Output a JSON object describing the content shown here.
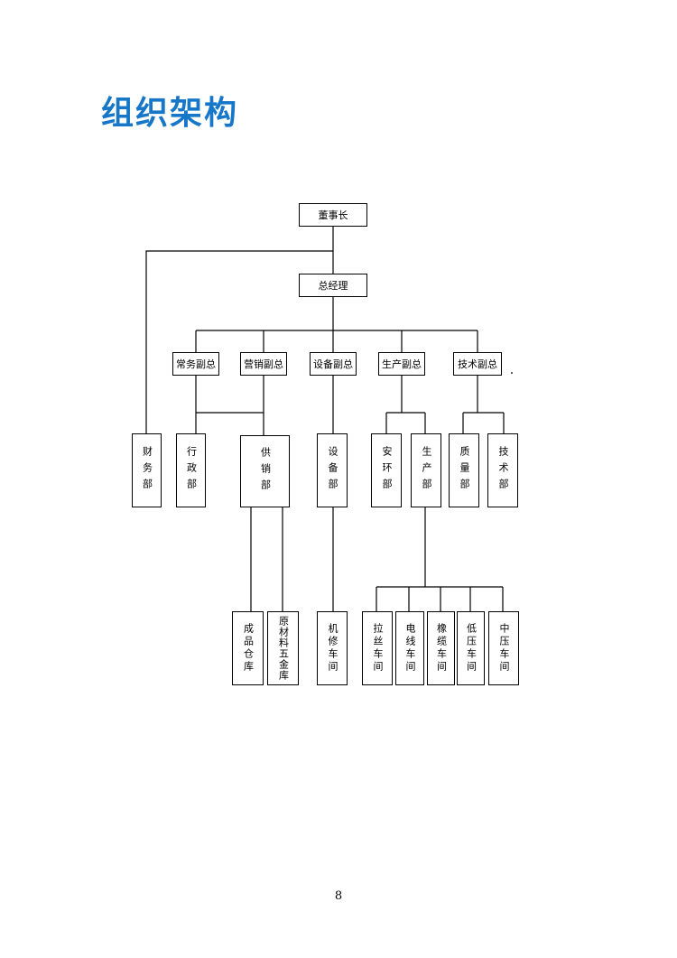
{
  "title": "组织架构",
  "org": {
    "chairman": "董事长",
    "general_manager": "总经理",
    "vp_general": "常务副总",
    "vp_sales": "营销副总",
    "vp_equipment": "设备副总",
    "vp_production": "生产副总",
    "vp_technology": "技术副总",
    "finance": "财务部",
    "admin": "行政部",
    "sales": "供销部",
    "equipment": "设备部",
    "safety": "安环部",
    "production": "生产部",
    "quality": "质量部",
    "technology": "技术部",
    "finished_goods": "成品仓库",
    "raw_materials": "原材料五金库",
    "repair": "机修车间",
    "drawing": "拉丝车间",
    "wire": "电线车间",
    "rubber_cable": "橡缆车间",
    "low_voltage": "低压车间",
    "medium_voltage": "中压车间"
  },
  "page_number": "8"
}
